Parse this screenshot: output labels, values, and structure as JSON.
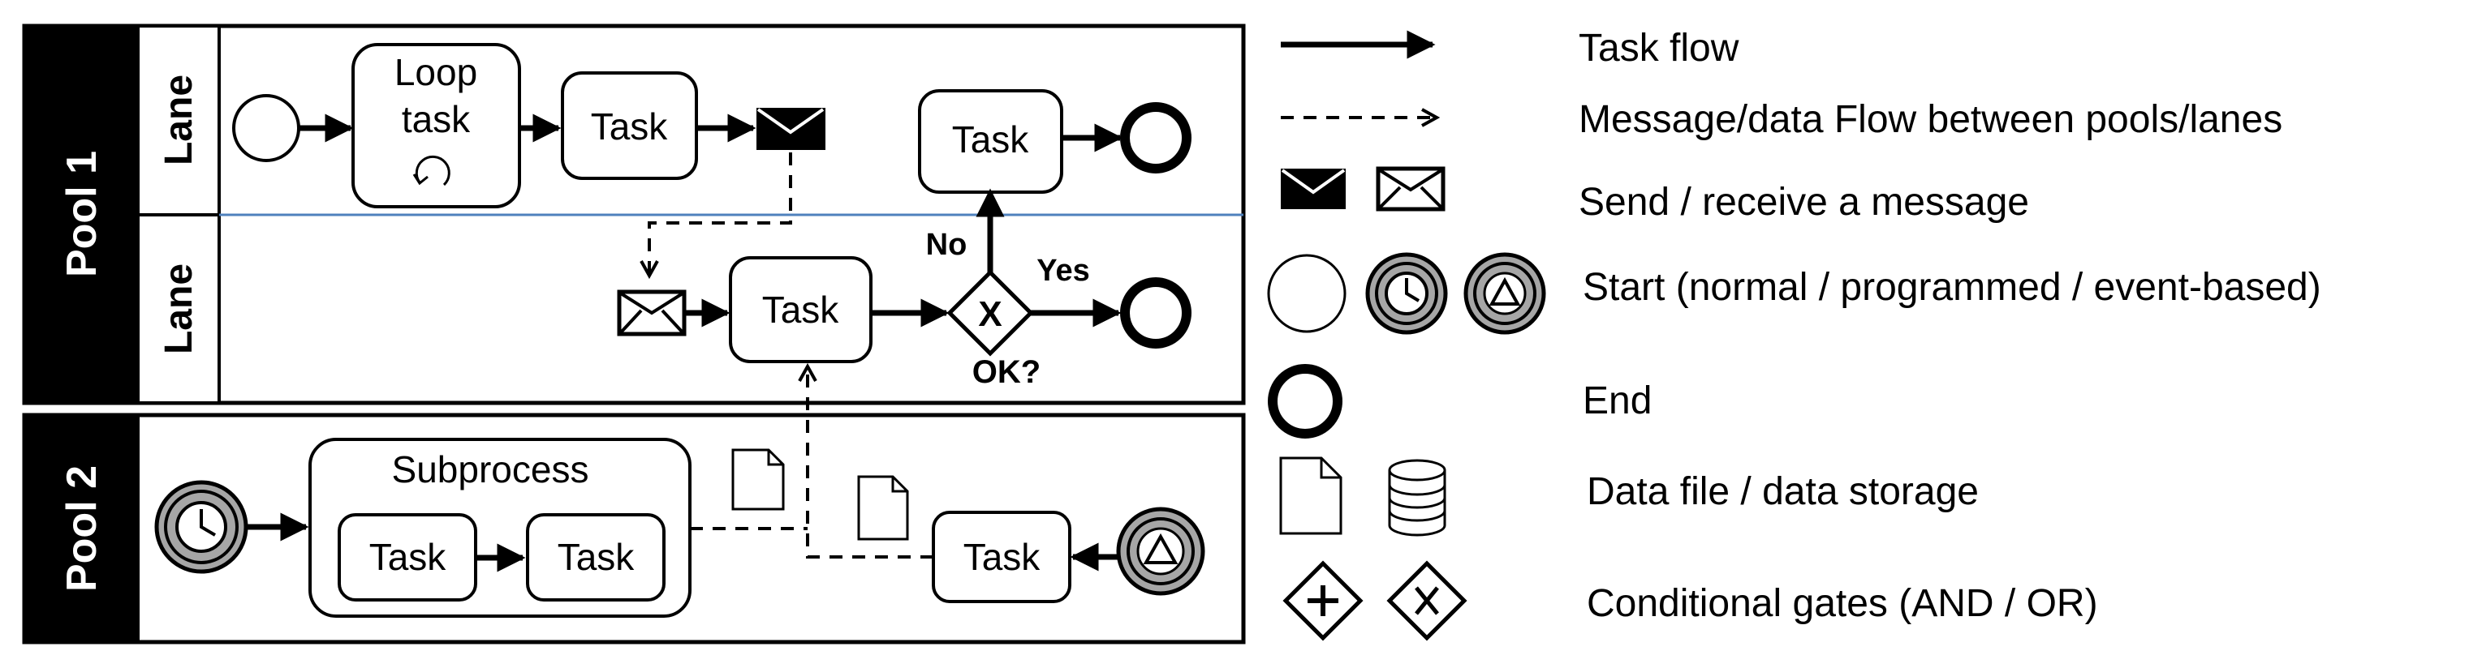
{
  "pools": [
    {
      "label": "Pool 1",
      "lanes": [
        "Lane",
        "Lane"
      ]
    },
    {
      "label": "Pool 2"
    }
  ],
  "pool1": {
    "loop_task": [
      "Loop",
      "task"
    ],
    "task_a": "Task",
    "task_b": "Task",
    "task_c": "Task",
    "gateway_label": "OK?",
    "gateway_symbol": "X",
    "branch_no": "No",
    "branch_yes": "Yes"
  },
  "pool2": {
    "subprocess_label": "Subprocess",
    "sub_task_1": "Task",
    "sub_task_2": "Task",
    "task_d": "Task"
  },
  "legend": [
    {
      "symbol": "solid-arrow",
      "label": "Task flow"
    },
    {
      "symbol": "dashed-arrow",
      "label": "Message/data Flow between pools/lanes"
    },
    {
      "symbol": "envelope-send-receive-icons",
      "label": "Send / receive a message"
    },
    {
      "symbol": "start-event-icons",
      "label": "Start (normal / programmed / event-based)"
    },
    {
      "symbol": "end-event-icon",
      "label": "End"
    },
    {
      "symbol": "data-file-storage-icons",
      "label": "Data file / data storage"
    },
    {
      "symbol": "gateway-icons",
      "label": "Conditional gates (AND / OR)"
    }
  ],
  "colors": {
    "ink": "#000000",
    "lane_divider": "#4f81bd",
    "pool_header_bg": "#000000",
    "pool_header_text": "#ffffff",
    "start_event_fill": "#a6a6a6"
  }
}
